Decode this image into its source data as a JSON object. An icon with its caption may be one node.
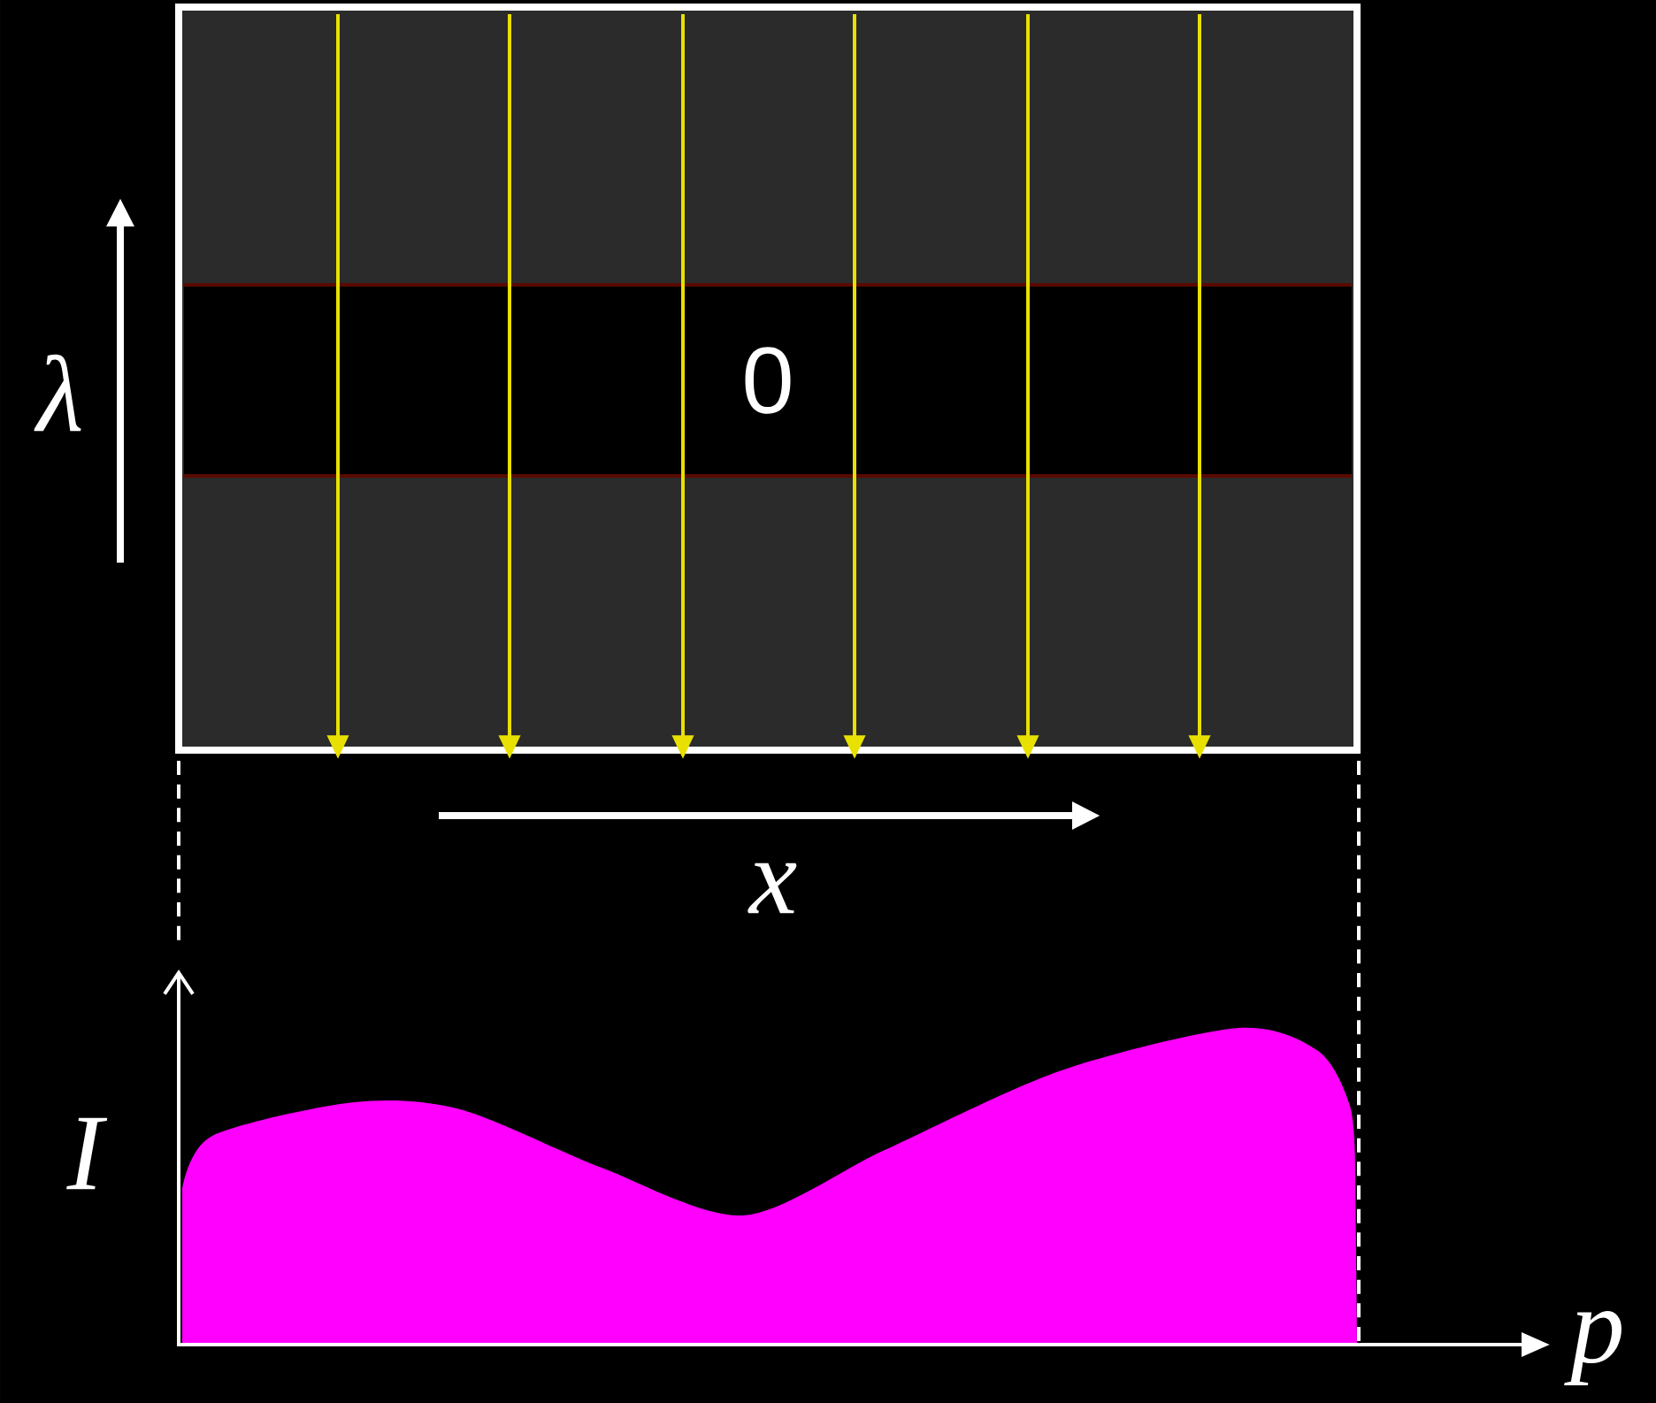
{
  "diagram": {
    "nodes": [
      {
        "text": [],
        "shape": "box"
      },
      {
        "text": [
          "0"
        ],
        "in": 0
      }
    ],
    "labels": [
      "λ",
      "x",
      "I",
      "p"
    ]
  }
}
